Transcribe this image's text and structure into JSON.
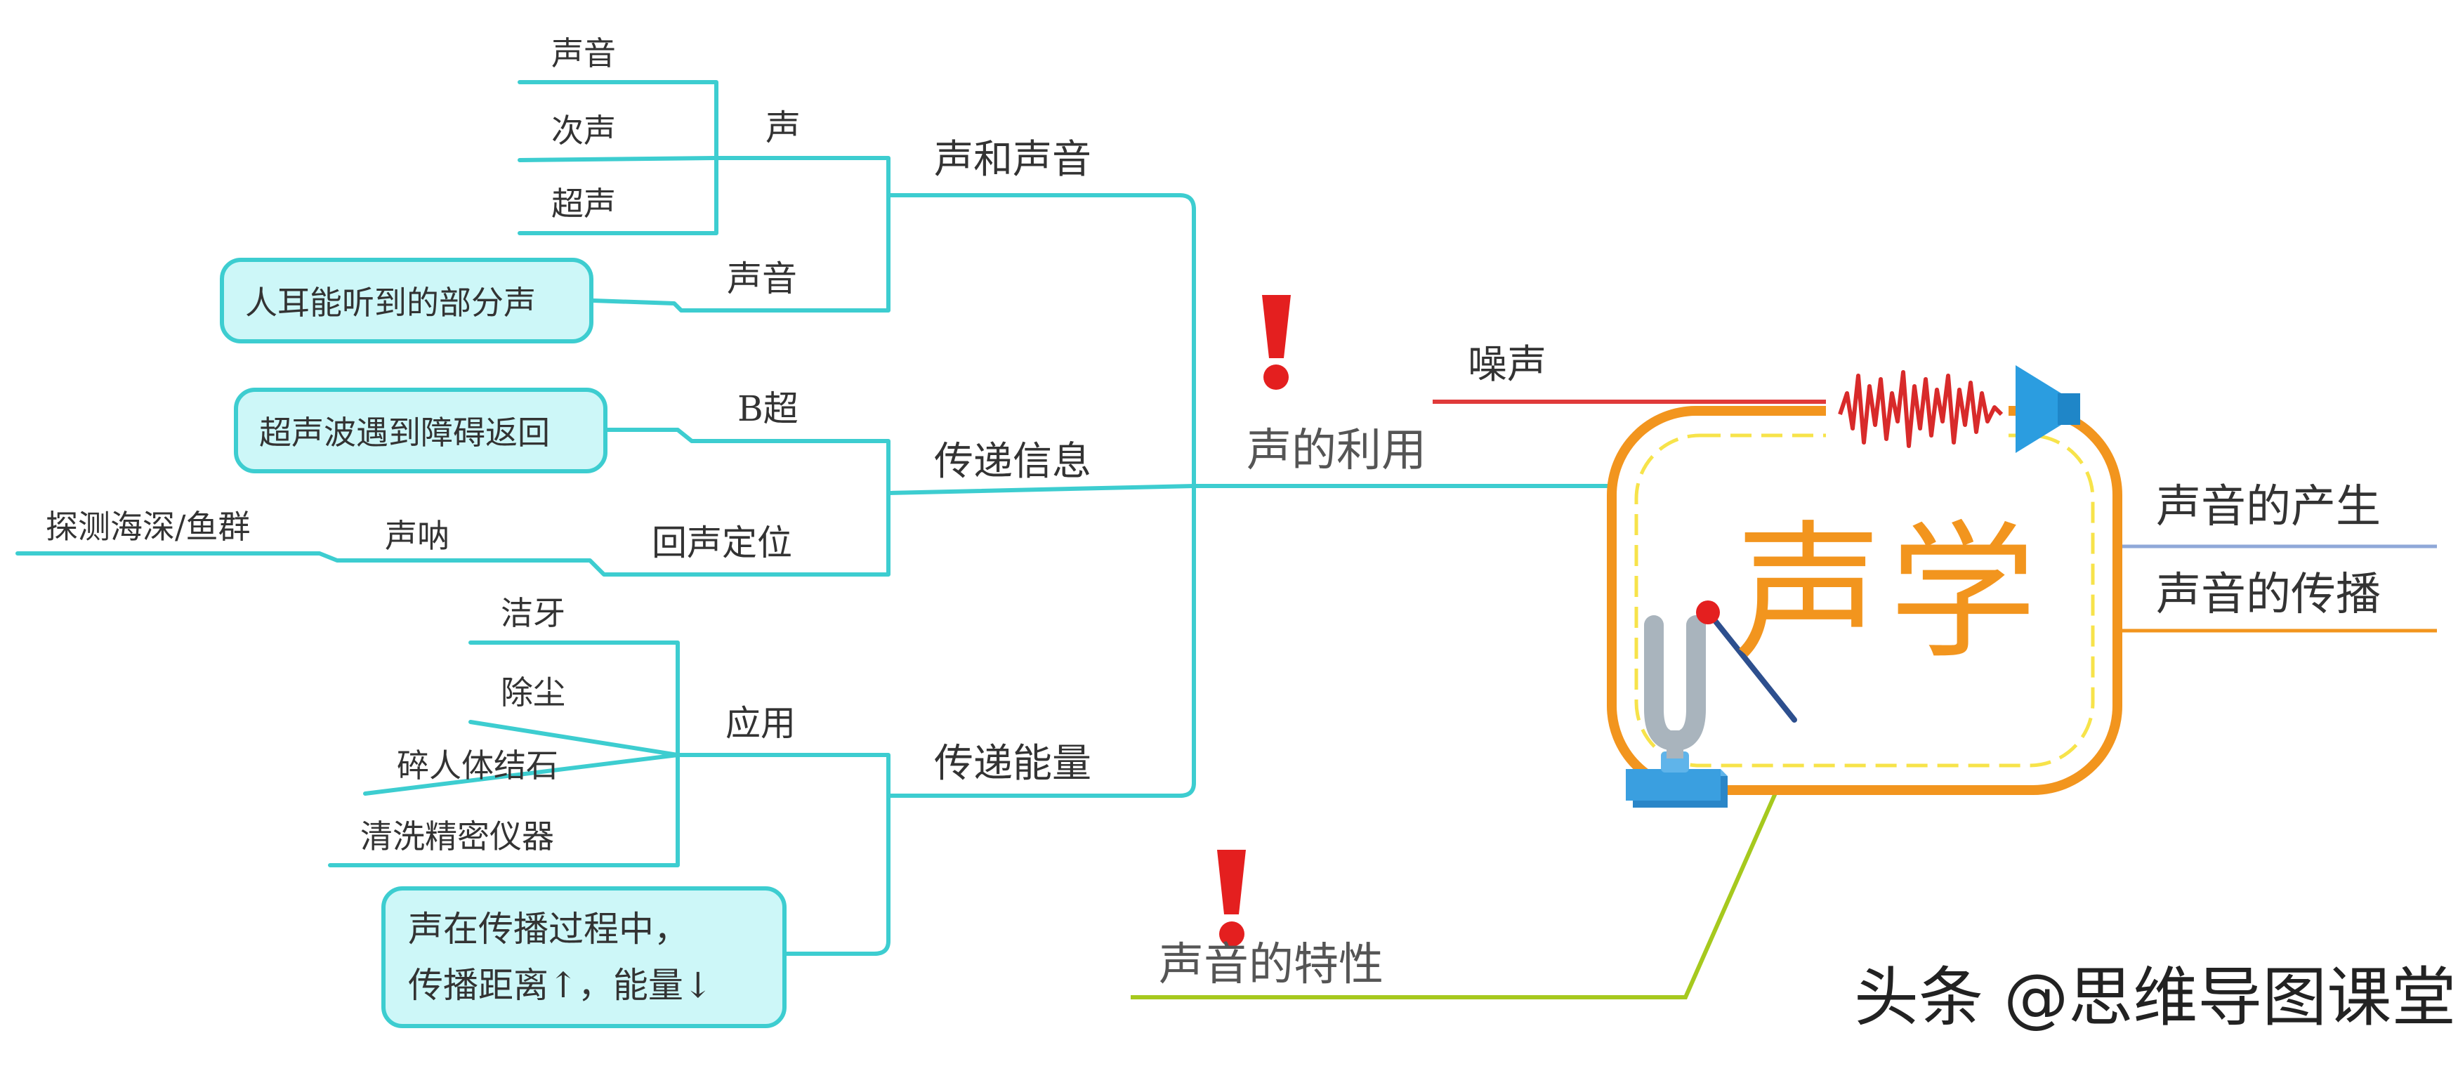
{
  "center": {
    "title": "声学"
  },
  "right_branches": {
    "production": "声音的产生",
    "propagation": "声音的传播"
  },
  "noise": {
    "label": "噪声"
  },
  "properties": {
    "label": "声音的特性"
  },
  "usage": {
    "label": "声的利用",
    "sound_and_voice": {
      "label": "声和声音",
      "sound": {
        "label": "声",
        "items": [
          "声音",
          "次声",
          "超声"
        ]
      },
      "voice": {
        "label": "声音",
        "note": "人耳能听到的部分声"
      }
    },
    "information": {
      "label": "传递信息",
      "b_ultra": {
        "label": "B超",
        "note": "超声波遇到障碍返回"
      },
      "echo": {
        "label": "回声定位",
        "sonar": "声呐",
        "detect": "探测海深/鱼群"
      }
    },
    "energy": {
      "label": "传递能量",
      "application": {
        "label": "应用",
        "items": [
          "洁牙",
          "除尘",
          "碎人体结石",
          "清洗精密仪器"
        ]
      },
      "note_line1": "声在传播过程中，",
      "note_line2": "传播距离↑，能量↓"
    }
  },
  "watermark": "头条 @思维导图课堂",
  "icons": [
    "exclamation-icon",
    "exclamation-icon",
    "sound-wave-icon",
    "speaker-icon",
    "tuning-fork-icon",
    "mallet-icon"
  ],
  "colors": {
    "teal": "#3dcdd0",
    "orange": "#f2951e",
    "red": "#e03a3a",
    "green": "#a6c91e",
    "blue": "#8fa8d8",
    "box_fill": "#cdf7f8"
  }
}
